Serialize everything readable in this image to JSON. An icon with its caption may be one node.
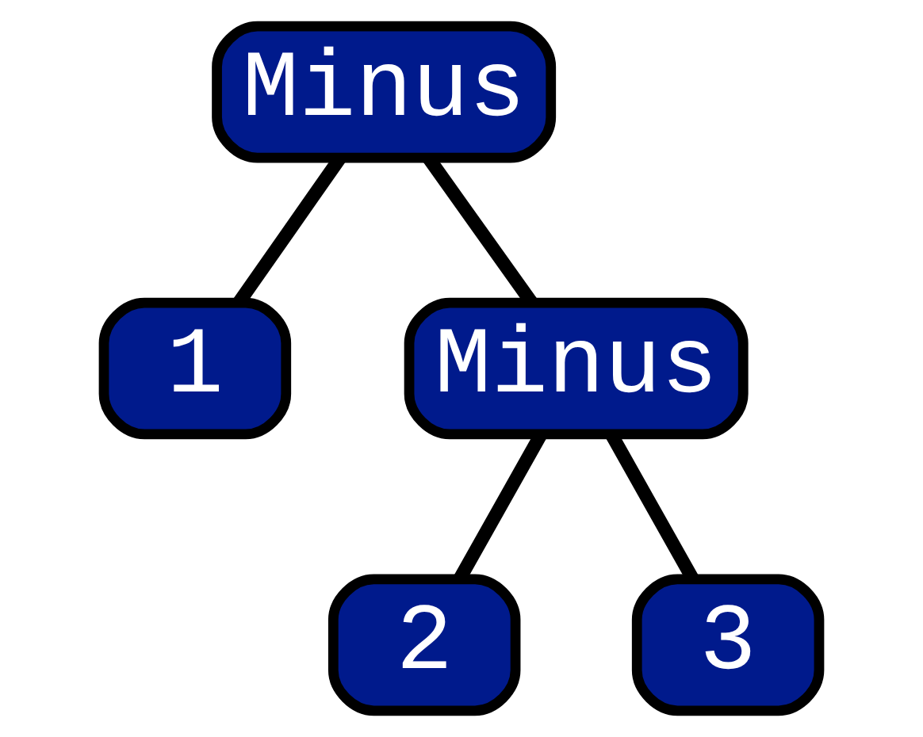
{
  "diagram": {
    "nodes": [
      {
        "text": [
          "Minus"
        ]
      },
      {
        "text": [
          "1"
        ]
      },
      {
        "text": [
          "Minus"
        ]
      },
      {
        "text": [
          "2"
        ]
      },
      {
        "text": [
          "3"
        ]
      }
    ],
    "edges": [
      {
        "from": 0,
        "to": 1,
        "arrow": "none"
      },
      {
        "from": 0,
        "to": 2,
        "arrow": "none"
      },
      {
        "from": 2,
        "to": 3,
        "arrow": "none"
      },
      {
        "from": 2,
        "to": 4,
        "arrow": "none"
      }
    ]
  }
}
